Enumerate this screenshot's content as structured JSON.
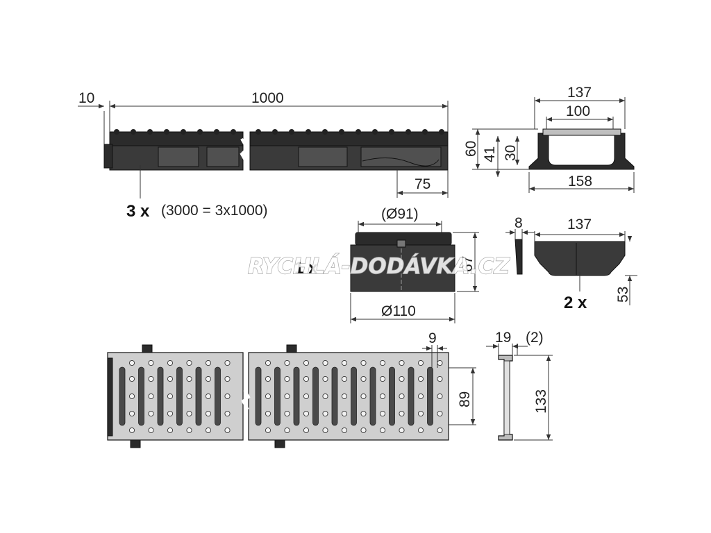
{
  "dimensions": {
    "channel_end_cap": "10",
    "channel_length": "1000",
    "channel_outlet": "75",
    "channel_width_outer": "137",
    "channel_width_inner": "100",
    "channel_height_60": "60",
    "channel_height_41": "41",
    "channel_height_30": "30",
    "channel_base_width": "158",
    "outlet_inner_dia": "(Ø91)",
    "outlet_outer_dia": "Ø110",
    "outlet_height": "67",
    "endcap_thickness": "8",
    "endcap_width": "137",
    "endcap_height": "53",
    "grate_slot_pitch": "9",
    "grate_height": "89",
    "grate_profile_19": "19",
    "grate_profile_2": "(2)",
    "grate_profile_height": "133"
  },
  "labels": {
    "channel_qty": "3 x",
    "channel_qty_note": "(3000 = 3x1000)",
    "outlet_qty": "1 x",
    "endcap_qty": "2 x"
  },
  "watermark": "RYCHLÁ-DODÁVKA.CZ",
  "colors": {
    "part_black": "#2b2b2b",
    "grate_steel": "#cfcfcf",
    "line": "#333333"
  }
}
